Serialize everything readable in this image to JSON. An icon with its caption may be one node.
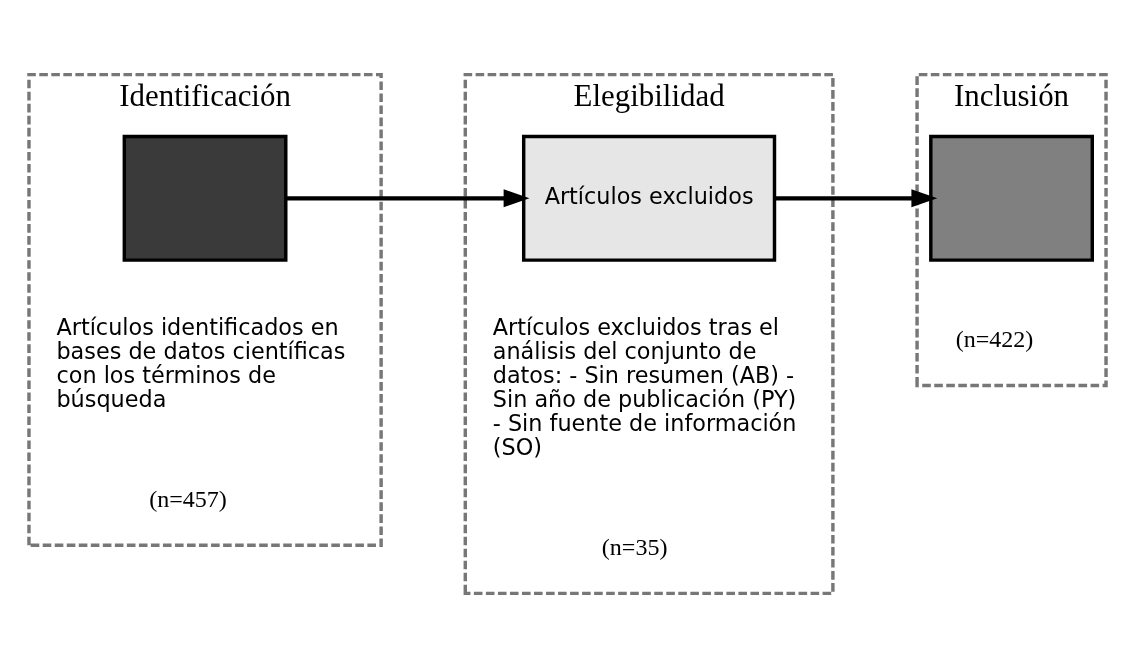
{
  "diagram": {
    "nodes": [
      {
        "text": [
          "Identificación",
          "Artículos identificados en bases de datos científicas con los términos de búsqueda",
          "(n=457)"
        ]
      },
      {
        "text": [],
        "shape": "box",
        "in": 0
      },
      {
        "text": [
          "Elegibilidad",
          "Artículos excluidos tras el análisis del conjunto de datos: - Sin resumen (AB) - Sin año de publicación (PY) - Sin fuente de información (SO)",
          "(n=35)"
        ]
      },
      {
        "text": [
          "Artículos excluidos"
        ],
        "in": 2
      },
      {
        "text": [
          "Inclusión",
          "(n=422)"
        ]
      },
      {
        "text": [],
        "shape": "box",
        "in": 4
      }
    ],
    "edges": [
      {
        "from": 1,
        "to": 3,
        "arrow": "to"
      },
      {
        "from": 3,
        "to": 5,
        "arrow": "to"
      }
    ]
  }
}
